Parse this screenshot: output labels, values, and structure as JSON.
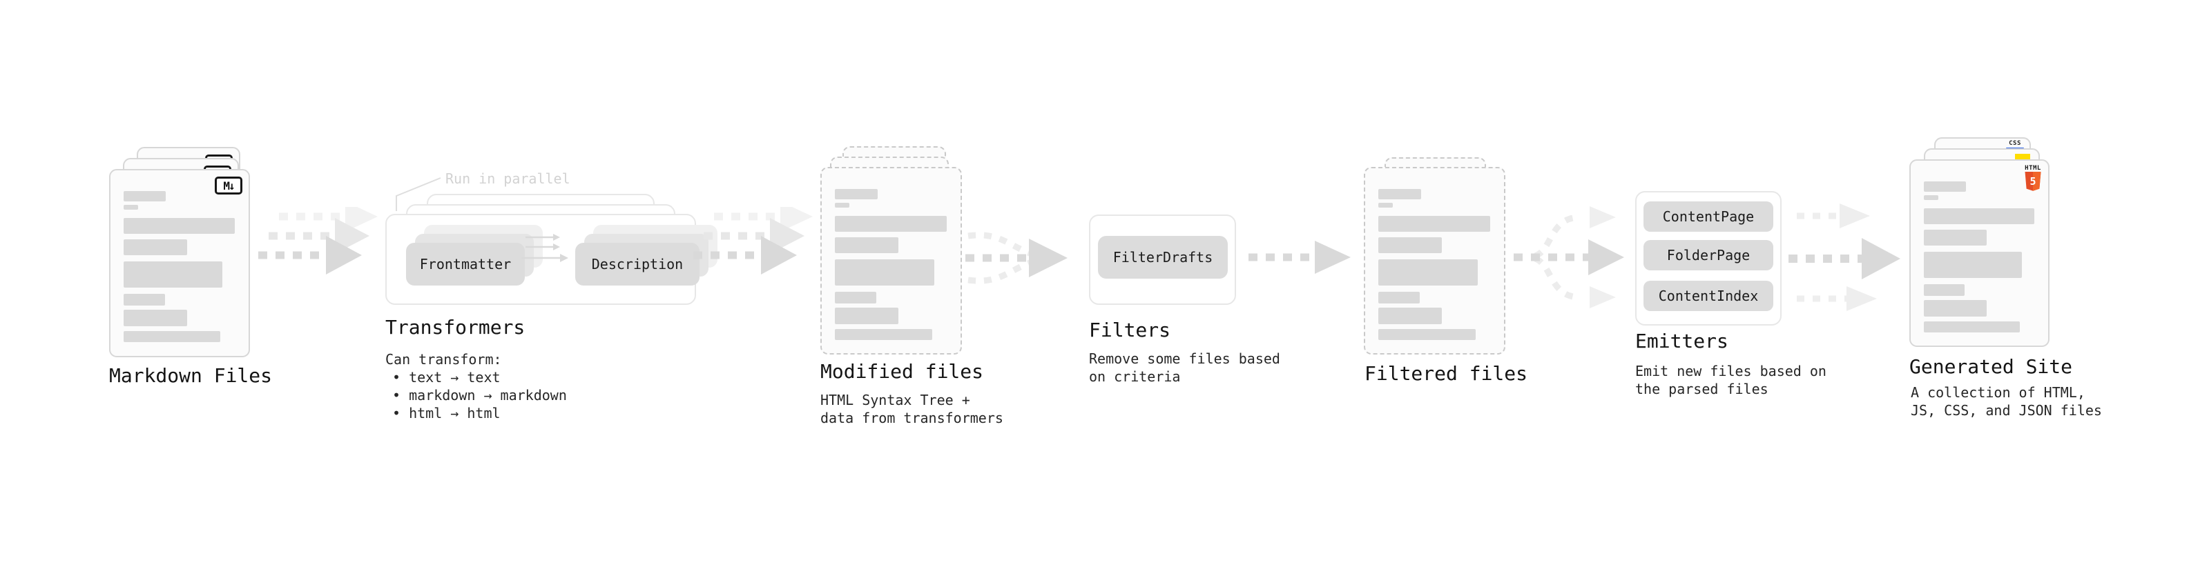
{
  "markdown_files": {
    "label": "Markdown Files",
    "badge": "M↓"
  },
  "transformers": {
    "title": "Transformers",
    "parallel_note": "Run in parallel",
    "pill_left": "Frontmatter",
    "pill_right": "Description",
    "desc_heading": "Can transform:",
    "bullets": [
      "• text → text",
      "• markdown → markdown",
      "• html → html"
    ]
  },
  "modified_files": {
    "label": "Modified files",
    "sub": [
      "HTML Syntax Tree +",
      "data from transformers"
    ]
  },
  "filters": {
    "title": "Filters",
    "pill": "FilterDrafts",
    "sub": [
      "Remove some files based",
      "on criteria"
    ]
  },
  "filtered_files": {
    "label": "Filtered files"
  },
  "emitters": {
    "title": "Emitters",
    "pills": [
      "ContentPage",
      "FolderPage",
      "ContentIndex"
    ],
    "sub": [
      "Emit new files based on",
      "the parsed files"
    ]
  },
  "generated_site": {
    "label": "Generated Site",
    "sub": [
      "A collection of HTML,",
      "JS, CSS, and JSON files"
    ],
    "badge_css": "CSS",
    "badge_html_word": "HTML",
    "badge_html_five": "5"
  },
  "colors": {
    "html5_orange": "#e44d26",
    "js_yellow": "#ffdd00",
    "css_blue": "#2d62e8",
    "arrow_gray": "#d9d9d9",
    "arrow_light": "#ececec"
  }
}
